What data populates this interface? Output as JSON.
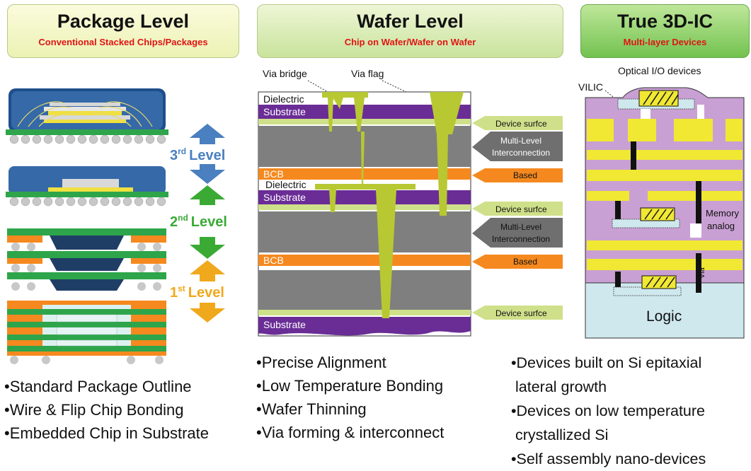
{
  "columns": {
    "package": {
      "title": "Package Level",
      "subtitle": "Conventional Stacked Chips/Packages"
    },
    "wafer": {
      "title": "Wafer Level",
      "subtitle": "Chip on Wafer/Wafer on Wafer"
    },
    "true3d": {
      "title": "True 3D-IC",
      "subtitle": "Multi-layer Devices"
    }
  },
  "levels": [
    {
      "num": "3",
      "sup": "rd",
      "word": "Level",
      "color": "#4a7fc0"
    },
    {
      "num": "2",
      "sup": "nd",
      "word": "Level",
      "color": "#3aaa35"
    },
    {
      "num": "1",
      "sup": "st",
      "word": "Level",
      "color": "#f0a81c"
    }
  ],
  "wafer_labels": {
    "via_bridge": "Via bridge",
    "via_flag": "Via flag",
    "dielectric_1": "Dielectric",
    "substrate_1": "Substrate",
    "bcb_1": "BCB",
    "dielectric_2": "Dielectric",
    "substrate_2": "Substrate",
    "bcb_2": "BCB",
    "substrate_3": "Substrate"
  },
  "wafer_callouts": {
    "device_surface_1": "Device surfce",
    "interconnect_1a": "Multi-Level",
    "interconnect_1b": "Interconnection",
    "based_1": "Based",
    "device_surface_2": "Device surfce",
    "interconnect_2a": "Multi-Level",
    "interconnect_2b": "Interconnection",
    "based_2": "Based",
    "device_surface_3": "Device surfce"
  },
  "ic_labels": {
    "optical": "Optical I/O devices",
    "vilic": "VILIC",
    "memory": "Memory",
    "analog": "analog",
    "via": "Via",
    "logic": "Logic"
  },
  "bullets": {
    "package": [
      "•Standard Package Outline",
      "•Wire & Flip Chip Bonding",
      "•Embedded Chip in Substrate"
    ],
    "wafer": [
      "•Precise Alignment",
      "•Low Temperature Bonding",
      "•Wafer Thinning",
      "•Via forming & interconnect"
    ],
    "true3d": [
      "•Devices built on Si epitaxial",
      " lateral growth",
      "•Devices on low temperature",
      " crystallized Si",
      "•Self assembly nano-devices"
    ]
  },
  "colors": {
    "substrate": "#6a2d96",
    "interconnect": "#7f7f7f",
    "bcb": "#f5891f",
    "via": "#b8c832",
    "device_surface": "#cfe08a",
    "ic_body": "#c9a0d3",
    "ic_metal": "#f0e832",
    "logic": "#cfe8ee"
  }
}
